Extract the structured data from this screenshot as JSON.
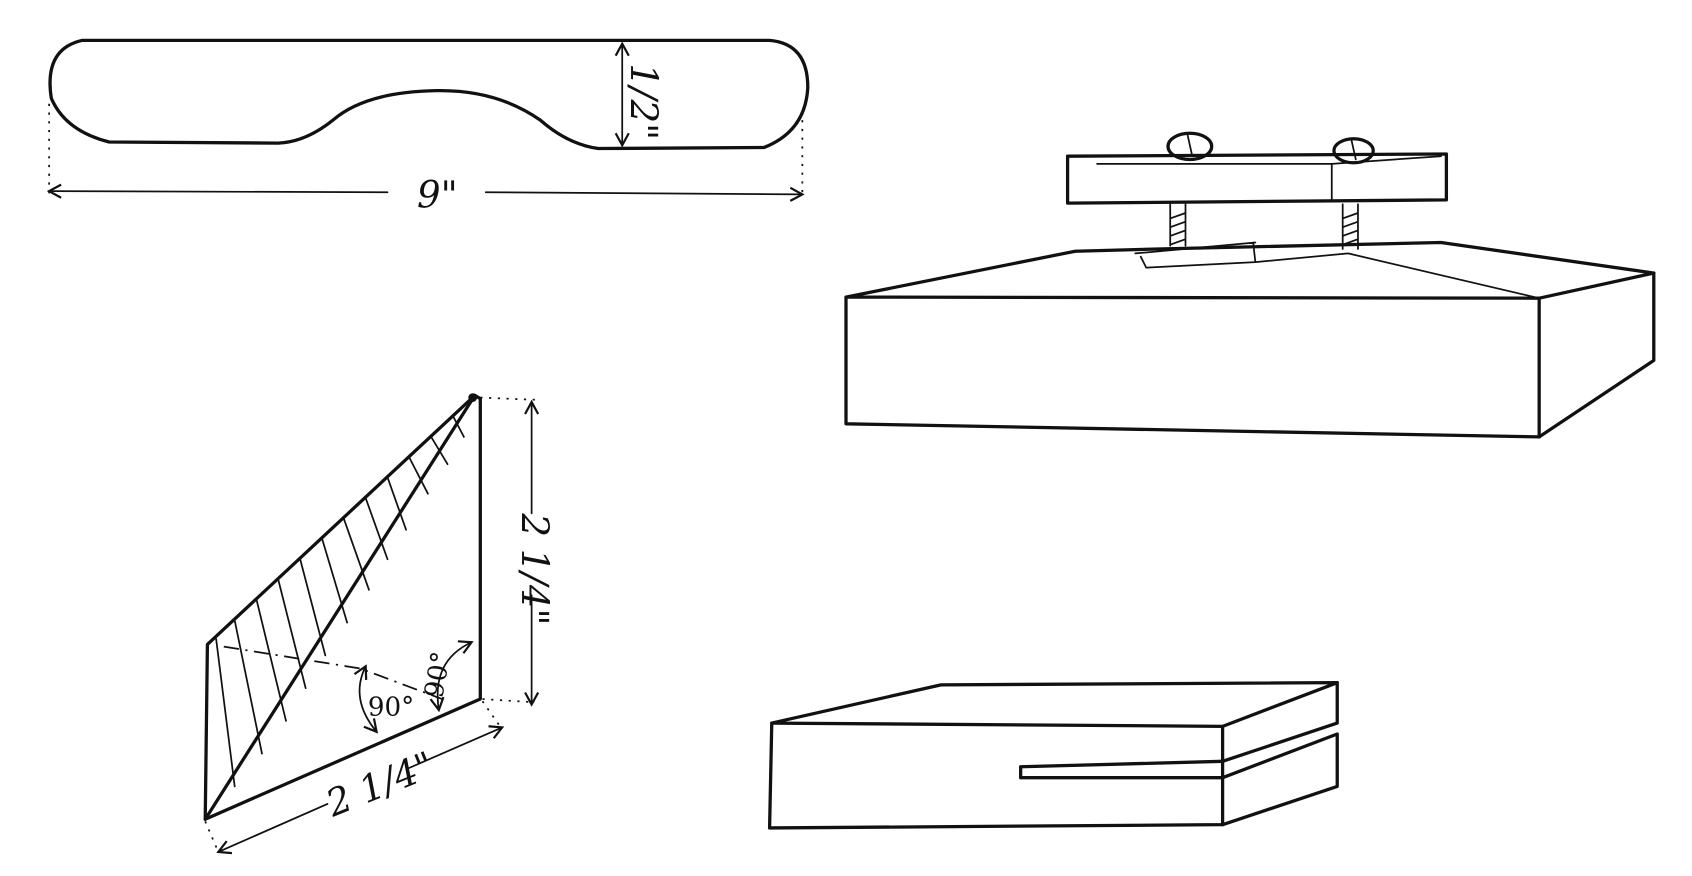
{
  "figure_bar": {
    "height_label": "1/2\"",
    "length_label": "9\""
  },
  "figure_triangle": {
    "height_label": "2 1/4\"",
    "base_label": "2 1/4\"",
    "angle_left_label": "90°",
    "angle_right_label": "90°"
  },
  "colors": {
    "ink": "#111111",
    "paper": "#ffffff"
  }
}
